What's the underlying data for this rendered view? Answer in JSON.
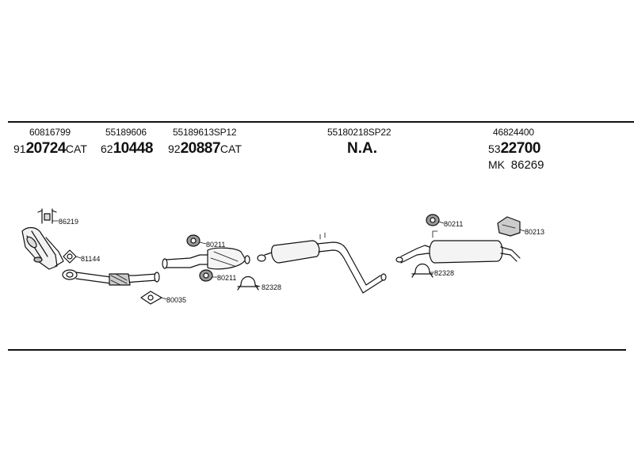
{
  "columns": [
    {
      "oe": "60816799",
      "prefix": "91",
      "number": "20724",
      "suffix": "CAT"
    },
    {
      "oe": "55189606",
      "prefix": "62",
      "number": "10448",
      "suffix": ""
    },
    {
      "oe": "55189613SP12",
      "prefix": "92",
      "number": "20887",
      "suffix": "CAT"
    },
    {
      "oe": "55180218SP22",
      "na": "N.A."
    },
    {
      "oe": "46824400",
      "prefix": "53",
      "number": "22700",
      "suffix": "",
      "mk_label": "MK",
      "mk_number": "86269"
    }
  ],
  "labels": {
    "l86219": "86219",
    "l81144": "81144",
    "l80035": "80035",
    "l80211a": "80211",
    "l80211b": "80211",
    "l82328a": "82328",
    "l80211c": "80211",
    "l82328b": "82328",
    "l80213": "80213"
  }
}
